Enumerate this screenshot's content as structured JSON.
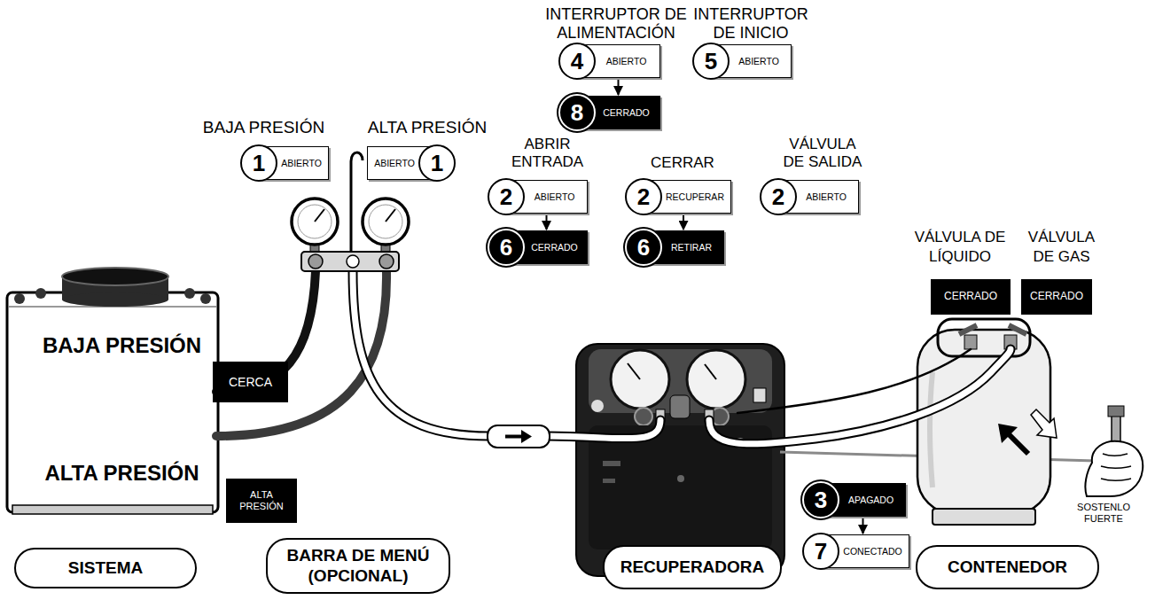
{
  "diagram": {
    "nodes": [
      {
        "text": [
          "4",
          "ABIERTO"
        ]
      },
      {
        "text": [
          "5",
          "ABIERTO"
        ]
      },
      {
        "text": [
          "8",
          "CERRADO"
        ]
      },
      {
        "text": [
          "1",
          "ABIERTO"
        ]
      },
      {
        "text": [
          "ABIERTO",
          "1"
        ]
      },
      {
        "text": [
          "2",
          "ABIERTO"
        ]
      },
      {
        "text": [
          "2",
          "RECUPERAR"
        ]
      },
      {
        "text": [
          "2",
          "ABIERTO"
        ]
      },
      {
        "text": [
          "6",
          "CERRADO"
        ]
      },
      {
        "text": [
          "6",
          "RETIRAR"
        ]
      },
      {
        "text": [
          "CERRADO"
        ]
      },
      {
        "text": [
          "CERRADO"
        ]
      },
      {
        "text": [
          "BAJA PRESIÓN",
          "ALTA PRESIÓN"
        ]
      },
      {
        "text": [
          "CERCA"
        ]
      },
      {
        "text": [
          "ALTA PRESIÓN"
        ]
      },
      {
        "text": [
          "3",
          "APAGADO"
        ]
      },
      {
        "text": [
          "7",
          "CONECTADO"
        ]
      },
      {
        "text": [
          "SISTEMA"
        ]
      },
      {
        "text": [
          "BARRA DE MENÚ (OPCIONAL)"
        ]
      },
      {
        "text": [
          "RECUPERADORA"
        ]
      },
      {
        "text": [
          "CONTENEDOR"
        ]
      }
    ],
    "edges": [
      {
        "from": 0,
        "to": 2,
        "arrow": "to"
      },
      {
        "from": 5,
        "to": 8,
        "arrow": "to"
      },
      {
        "from": 6,
        "to": 9,
        "arrow": "to"
      },
      {
        "from": 15,
        "to": 16,
        "arrow": "to"
      }
    ],
    "labels": [
      "INTERRUPTOR DE ALIMENTACIÓN",
      "INTERRUPTOR DE INICIO",
      "BAJA PRESIÓN",
      "ALTA PRESIÓN",
      "ABRIR ENTRADA",
      "CERRAR",
      "VÁLVULA DE SALIDA",
      "VÁLVULA DE LÍQUIDO",
      "VÁLVULA DE GAS",
      "SOSTENLO FUERTE"
    ]
  }
}
